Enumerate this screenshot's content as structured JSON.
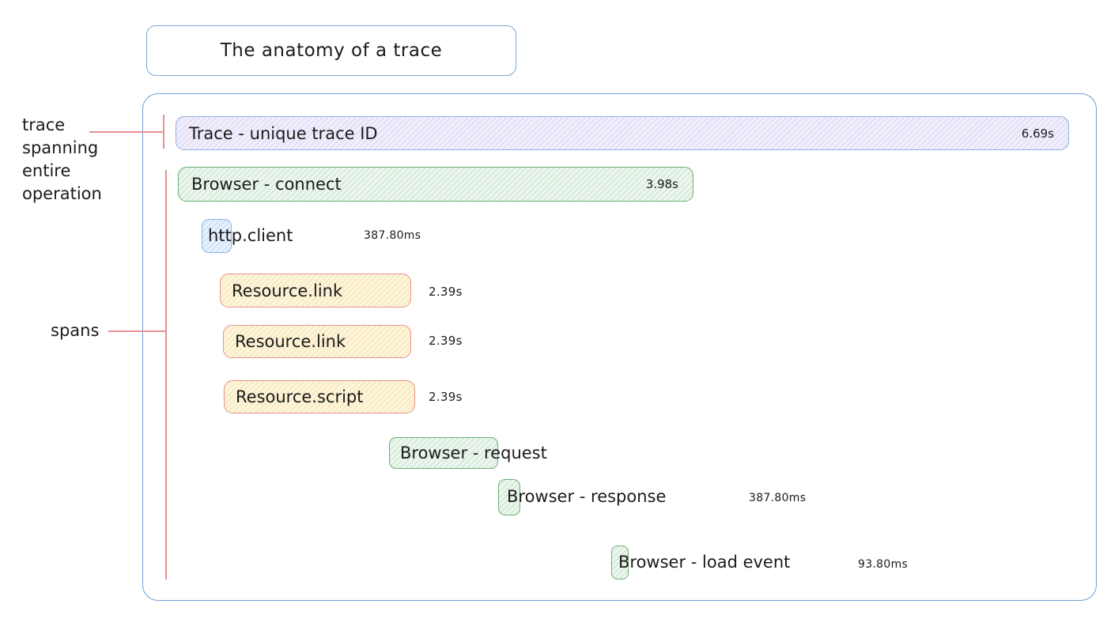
{
  "title": "The anatomy of a trace",
  "annotations": {
    "trace": "trace\nspanning\nentire\noperation",
    "spans": "spans"
  },
  "spans": [
    {
      "label": "Trace - unique trace ID",
      "duration": "6.69s",
      "kind": "trace"
    },
    {
      "label": "Browser - connect",
      "duration": "3.98s",
      "kind": "browser"
    },
    {
      "label": "http.client",
      "duration": "387.80ms",
      "kind": "http"
    },
    {
      "label": "Resource.link",
      "duration": "2.39s",
      "kind": "resource"
    },
    {
      "label": "Resource.link",
      "duration": "2.39s",
      "kind": "resource"
    },
    {
      "label": "Resource.script",
      "duration": "2.39s",
      "kind": "resource"
    },
    {
      "label": "Browser - request",
      "duration": "",
      "kind": "browser"
    },
    {
      "label": "Browser - response",
      "duration": "387.80ms",
      "kind": "browser"
    },
    {
      "label": "Browser - load event",
      "duration": "93.80ms",
      "kind": "browser"
    }
  ],
  "colors": {
    "trace_fill": "#f2effb",
    "trace_border": "#8fb1e4",
    "browser_fill": "#eef7ef",
    "browser_border": "#6aaf74",
    "http_fill": "#e9f2fc",
    "http_border": "#85b6e8",
    "resource_fill": "#fdf6dc",
    "resource_border": "#e8938c",
    "annotation_line": "#e89090",
    "container_border": "#6b9fd6"
  }
}
